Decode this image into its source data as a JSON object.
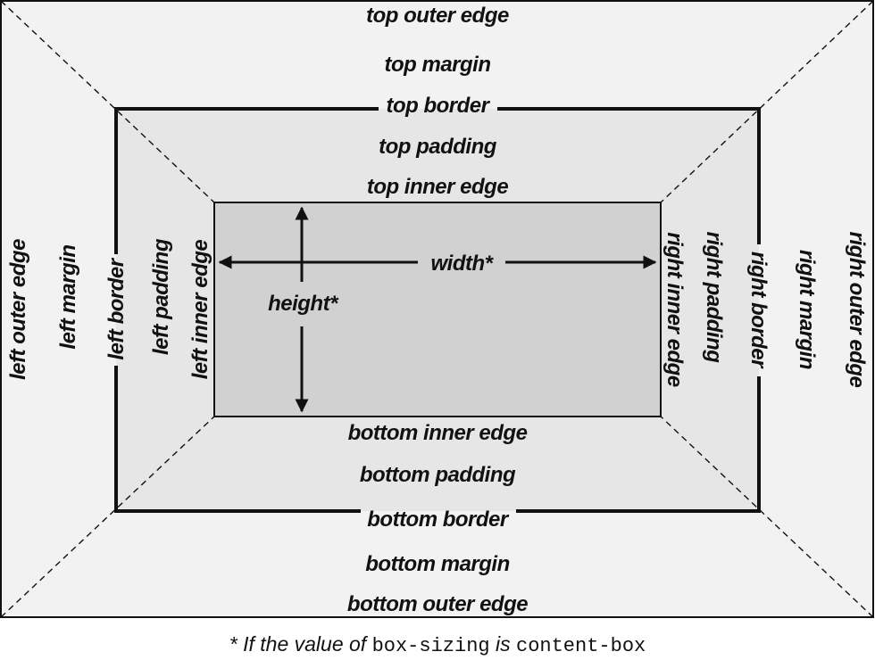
{
  "labels": {
    "top_outer_edge": "top outer edge",
    "top_margin": "top margin",
    "top_border": "top border",
    "top_padding": "top padding",
    "top_inner_edge": "top inner edge",
    "bottom_inner_edge": "bottom inner edge",
    "bottom_padding": "bottom padding",
    "bottom_border": "bottom border",
    "bottom_margin": "bottom margin",
    "bottom_outer_edge": "bottom outer edge",
    "left_outer_edge": "left outer edge",
    "left_margin": "left margin",
    "left_border": "left border",
    "left_padding": "left padding",
    "left_inner_edge": "left inner edge",
    "right_inner_edge": "right inner edge",
    "right_padding": "right padding",
    "right_border": "right border",
    "right_margin": "right margin",
    "right_outer_edge": "right outer edge",
    "width": "width*",
    "height": "height*"
  },
  "footnote": {
    "prefix": "* If the value of ",
    "property": "box-sizing",
    "middle": " is ",
    "value": "content-box"
  },
  "colors": {
    "margin_area": "#f2f2f2",
    "padding_area": "#e6e6e6",
    "content_area": "#d1d1d1",
    "lines": "#111111"
  }
}
